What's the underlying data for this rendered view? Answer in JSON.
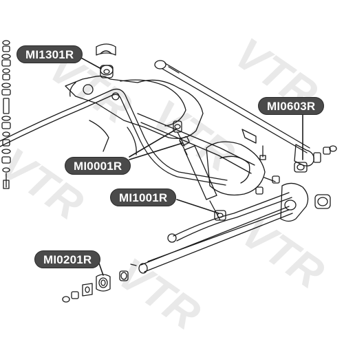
{
  "watermark": {
    "text": "VTR"
  },
  "callouts": [
    {
      "id": "MI1301R",
      "label": "MI1301R"
    },
    {
      "id": "MI0603R",
      "label": "MI0603R"
    },
    {
      "id": "MI0001R",
      "label": "MI0001R"
    },
    {
      "id": "MI1001R",
      "label": "MI1001R"
    },
    {
      "id": "MI0201R",
      "label": "MI0201R"
    }
  ],
  "colors": {
    "callout_fill": "#4a4a4a",
    "callout_text": "#ffffff",
    "line_art": "#1a1a1a",
    "watermark": "#e9e9e9",
    "background": "#ffffff"
  }
}
